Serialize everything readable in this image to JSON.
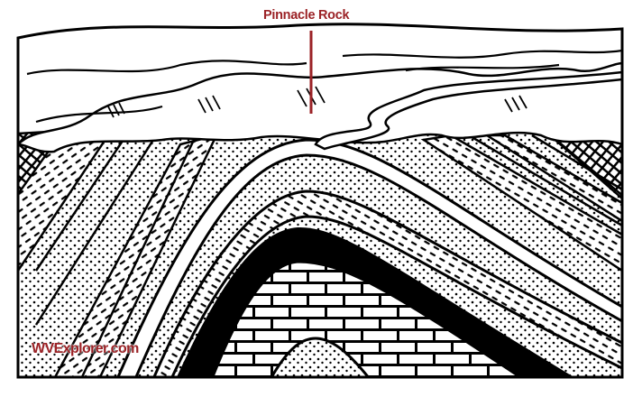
{
  "diagram": {
    "subject": "anticline fold cross-section with landscape",
    "label": {
      "text": "Pinnacle Rock",
      "color": "#9b2226"
    },
    "watermark": {
      "text": "WVExplorer.com",
      "color": "#9b2226"
    },
    "colors": {
      "ink": "#000000",
      "paper": "#ffffff",
      "accent": "#9b2226"
    }
  }
}
